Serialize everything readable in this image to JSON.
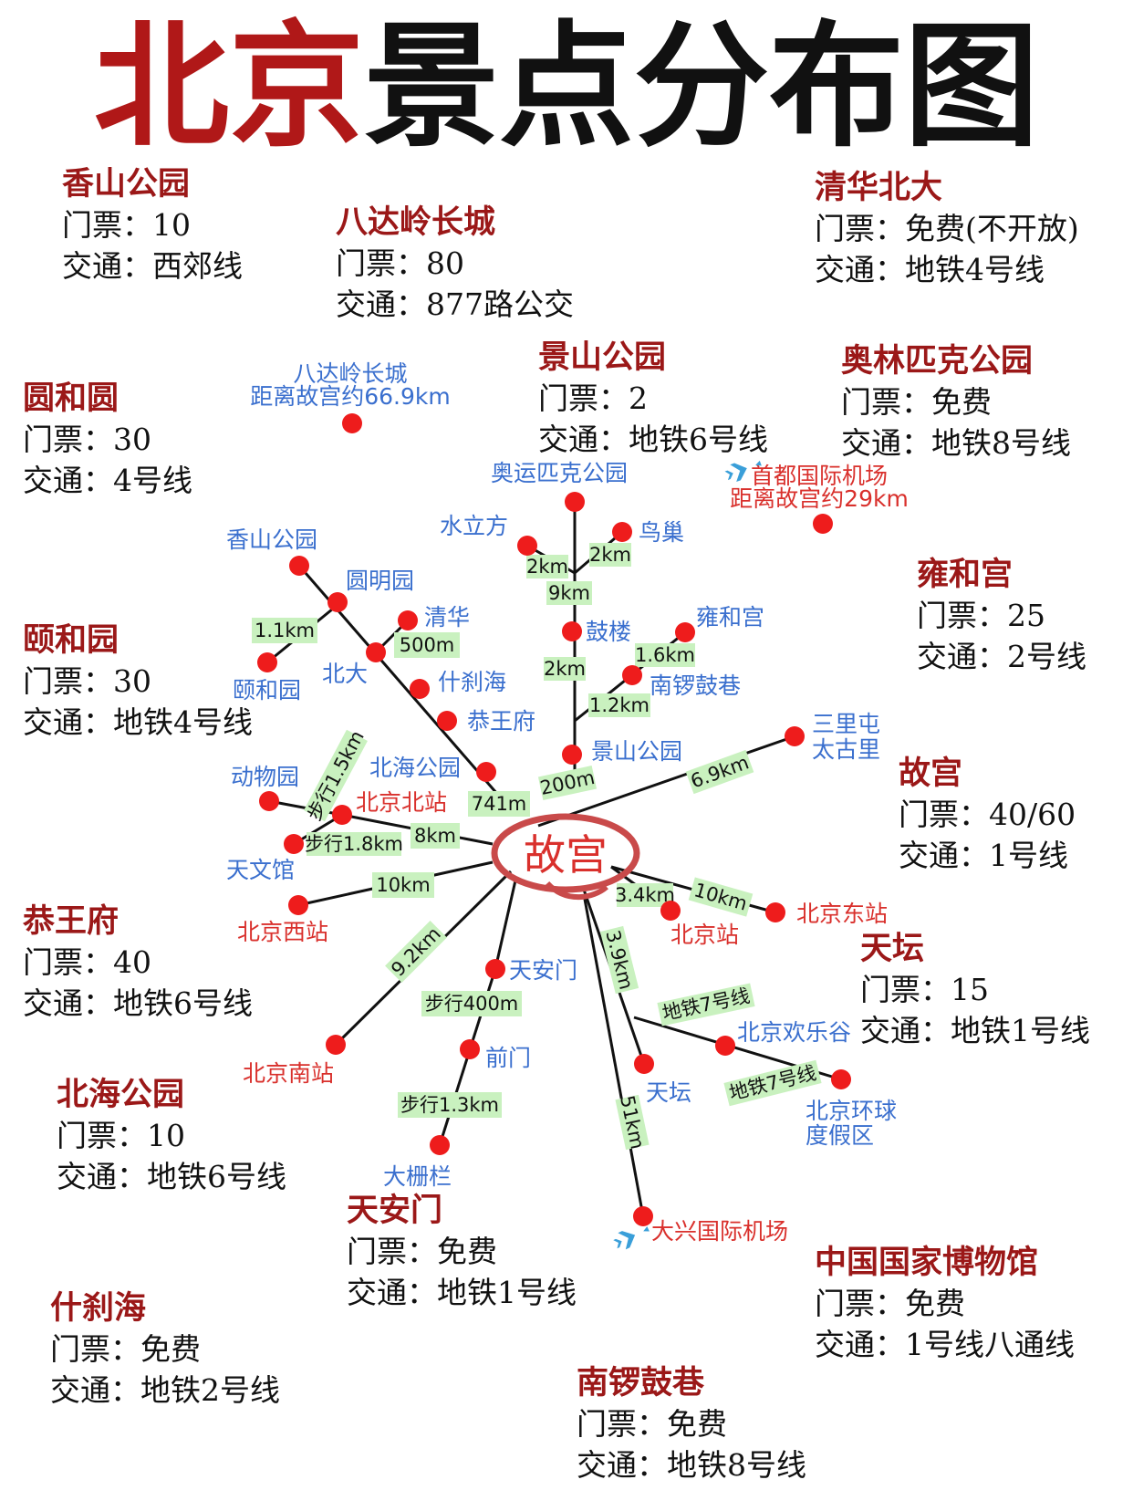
{
  "title": {
    "part1": "北京",
    "part2": "景点分布图"
  },
  "colors": {
    "title_red": "#b01818",
    "card_name": "#9b1818",
    "blue": "#3a6fce",
    "red": "#d9302c",
    "node": "#ee1c1c",
    "dist_bg": "#c9f1bf",
    "circle": "#c94a4a"
  },
  "cards": [
    {
      "name": "香山公园",
      "ticket_label": "门票：",
      "ticket": "10",
      "transport_label": "交通：",
      "transport": "西郊线"
    },
    {
      "name": "八达岭长城",
      "ticket_label": "门票：",
      "ticket": "80",
      "transport_label": "交通：",
      "transport": "877路公交"
    },
    {
      "name": "清华北大",
      "ticket_label": "门票：",
      "ticket": "免费(不开放)",
      "transport_label": "交通：",
      "transport": "地铁4号线"
    },
    {
      "name": "圆和圆",
      "ticket_label": "门票：",
      "ticket": "30",
      "transport_label": "交通：",
      "transport": "4号线"
    },
    {
      "name": "景山公园",
      "ticket_label": "门票：",
      "ticket": "2",
      "transport_label": "交通：",
      "transport": "地铁6号线"
    },
    {
      "name": "奥林匹克公园",
      "ticket_label": "门票：",
      "ticket": "免费",
      "transport_label": "交通：",
      "transport": "地铁8号线"
    },
    {
      "name": "雍和宫",
      "ticket_label": "门票：",
      "ticket": "25",
      "transport_label": "交通：",
      "transport": "2号线"
    },
    {
      "name": "颐和园",
      "ticket_label": "门票：",
      "ticket": "30",
      "transport_label": "交通：",
      "transport": "地铁4号线"
    },
    {
      "name": "故宫",
      "ticket_label": "门票：",
      "ticket": "40/60",
      "transport_label": "交通：",
      "transport": "1号线"
    },
    {
      "name": "恭王府",
      "ticket_label": "门票：",
      "ticket": "40",
      "transport_label": "交通：",
      "transport": "地铁6号线"
    },
    {
      "name": "天坛",
      "ticket_label": "门票：",
      "ticket": "15",
      "transport_label": "交通：",
      "transport": "地铁1号线"
    },
    {
      "name": "北海公园",
      "ticket_label": "门票：",
      "ticket": "10",
      "transport_label": "交通：",
      "transport": "地铁6号线"
    },
    {
      "name": "天安门",
      "ticket_label": "门票：",
      "ticket": "免费",
      "transport_label": "交通：",
      "transport": "地铁1号线"
    },
    {
      "name": "中国国家博物馆",
      "ticket_label": "门票：",
      "ticket": "免费",
      "transport_label": "交通：",
      "transport": "1号线八通线"
    },
    {
      "name": "什刹海",
      "ticket_label": "门票：",
      "ticket": "免费",
      "transport_label": "交通：",
      "transport": "地铁2号线"
    },
    {
      "name": "南锣鼓巷",
      "ticket_label": "门票：",
      "ticket": "免费",
      "transport_label": "交通：",
      "transport": "地铁8号线"
    }
  ],
  "map": {
    "center_label": "故宫",
    "badaling": {
      "line1": "八达岭长城",
      "line2": "距离故宫约66.9km"
    },
    "airport_capital": {
      "line1": "首都国际机场",
      "line2": "距离故宫约29km"
    },
    "airport_daxing": "大兴国际机场",
    "plane_icon": "airplane-icon",
    "nodes": [
      {
        "label": "奥运匹克公园",
        "color": "blue"
      },
      {
        "label": "水立方",
        "color": "blue"
      },
      {
        "label": "鸟巢",
        "color": "blue"
      },
      {
        "label": "鼓楼",
        "color": "blue"
      },
      {
        "label": "雍和宫",
        "color": "blue"
      },
      {
        "label": "南锣鼓巷",
        "color": "blue"
      },
      {
        "label": "景山公园",
        "color": "blue"
      },
      {
        "label": "香山公园",
        "color": "blue"
      },
      {
        "label": "圆明园",
        "color": "blue"
      },
      {
        "label": "清华",
        "color": "blue"
      },
      {
        "label": "颐和园",
        "color": "blue"
      },
      {
        "label": "北大",
        "color": "blue"
      },
      {
        "label": "什刹海",
        "color": "blue"
      },
      {
        "label": "恭王府",
        "color": "blue"
      },
      {
        "label": "北海公园",
        "color": "blue"
      },
      {
        "label": "动物园",
        "color": "blue"
      },
      {
        "label": "北京北站",
        "color": "red"
      },
      {
        "label": "天文馆",
        "color": "blue"
      },
      {
        "label": "三里屯",
        "color": "blue"
      },
      {
        "label": "太古里",
        "color": "blue"
      },
      {
        "label": "北京西站",
        "color": "red"
      },
      {
        "label": "北京站",
        "color": "red"
      },
      {
        "label": "北京东站",
        "color": "red"
      },
      {
        "label": "天安门",
        "color": "blue"
      },
      {
        "label": "北京南站",
        "color": "red"
      },
      {
        "label": "前门",
        "color": "blue"
      },
      {
        "label": "北京欢乐谷",
        "color": "blue"
      },
      {
        "label": "天坛",
        "color": "blue"
      },
      {
        "label": "北京环球",
        "color": "blue"
      },
      {
        "label": "度假区",
        "color": "blue"
      },
      {
        "label": "大栅栏",
        "color": "blue"
      }
    ],
    "distances": [
      "2km",
      "2km",
      "9km",
      "2km",
      "1.6km",
      "1.2km",
      "200m",
      "1.1km",
      "500m",
      "741m",
      "步行1.5km",
      "8km",
      "步行1.8km",
      "6.9km",
      "10km",
      "3.4km",
      "10km",
      "9.2km",
      "3.9km",
      "步行400m",
      "地铁7号线",
      "地铁7号线",
      "步行1.3km",
      "51km"
    ]
  }
}
